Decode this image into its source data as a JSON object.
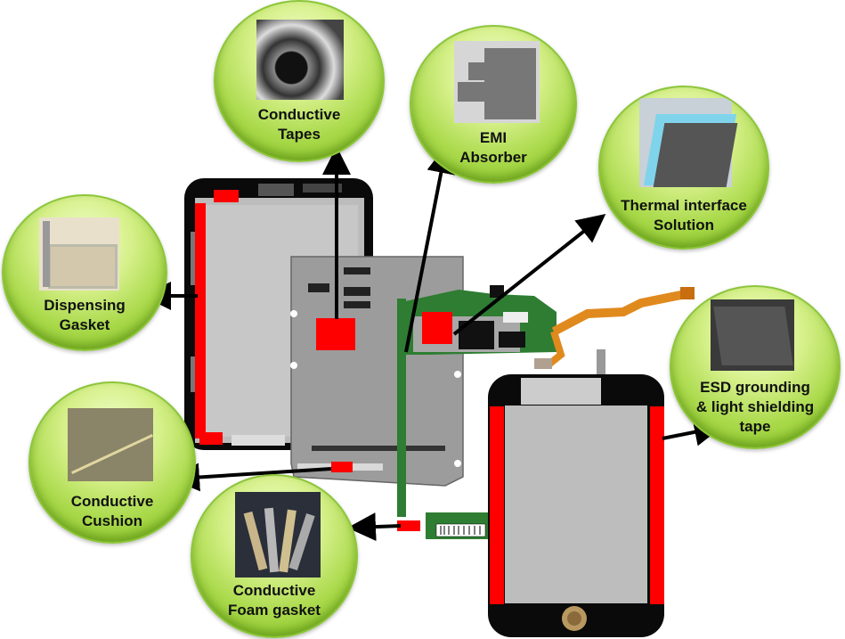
{
  "bubbles": {
    "conductive_tapes": {
      "label": "Conductive\nTapes",
      "icon": "tape-roll-photo"
    },
    "emi_absorber": {
      "label": "EMI\nAbsorber",
      "icon": "absorber-sheet-photo"
    },
    "thermal_interface": {
      "label": "Thermal interface\nSolution",
      "icon": "thermal-pad-photo"
    },
    "dispensing_gasket": {
      "label": "Dispensing\nGasket",
      "icon": "gasket-photo"
    },
    "esd_tape": {
      "label": "ESD  grounding\n& light shielding\ntape",
      "icon": "esd-tape-photo"
    },
    "conductive_cushion": {
      "label": "Conductive\nCushion",
      "icon": "cushion-photo"
    },
    "conductive_foam": {
      "label": "Conductive\nFoam gasket",
      "icon": "foam-gasket-photo"
    }
  },
  "colors": {
    "highlight": "#ff0000",
    "bubble_green": "#a9d94a",
    "pcb_green": "#2e7d32",
    "flex_orange": "#e08a1e"
  }
}
